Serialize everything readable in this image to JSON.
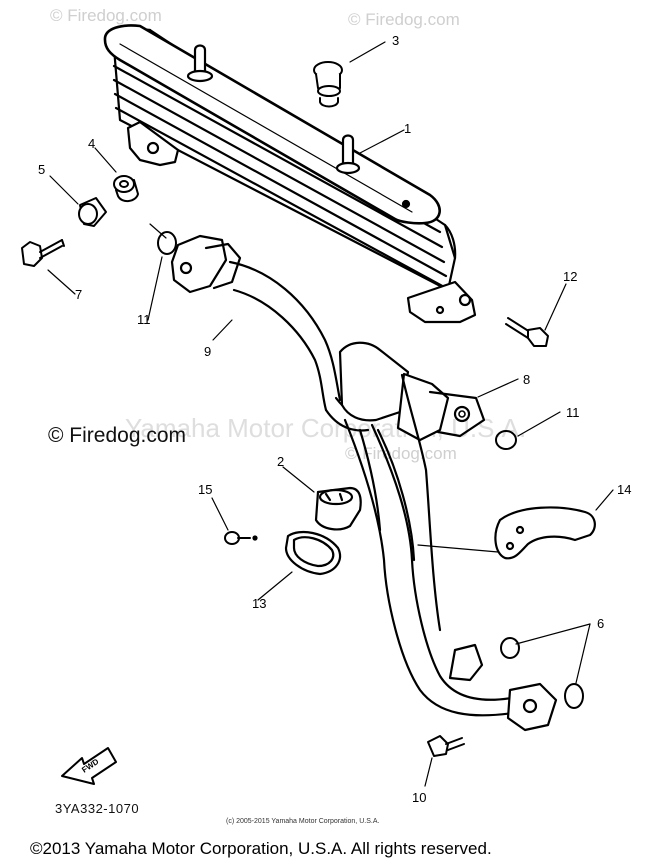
{
  "watermarks": {
    "firedog_top_left": "© Firedog.com",
    "firedog_top_right": "© Firedog.com",
    "firedog_mid_right": "© Firedog.com",
    "yamaha_center": "Yamaha Motor Corporation, U.S.A."
  },
  "site_mark": "© Firedog.com",
  "part_numbers": [
    "1",
    "2",
    "3",
    "4",
    "5",
    "6",
    "7",
    "8",
    "9",
    "10",
    "11",
    "11",
    "12",
    "13",
    "14",
    "15"
  ],
  "diagram_code": "3YA332-1070",
  "fwd_label": "FWD",
  "small_copyright": "(c) 2005-2015 Yamaha Motor Corporation, U.S.A.",
  "footer_copyright": "©2013 Yamaha Motor Corporation, U.S.A. All rights reserved."
}
